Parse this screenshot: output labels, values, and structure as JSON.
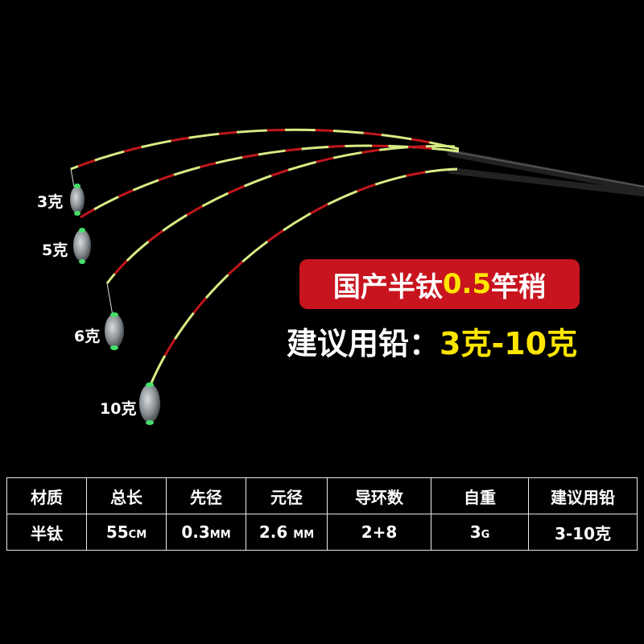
{
  "colors": {
    "background": "#000000",
    "banner_bg": "#c8141e",
    "highlight": "#ffe600",
    "tip_green": "#d7ec85",
    "tip_red": "#c0161c",
    "weight_gray": "#9aa0a4",
    "weight_cap": "#44e06a"
  },
  "icons": [
    "fishing-rod-tip",
    "lead-sinker"
  ],
  "weights": [
    {
      "label": "3克"
    },
    {
      "label": "5克"
    },
    {
      "label": "6克"
    },
    {
      "label": "10克"
    }
  ],
  "banner": {
    "prefix": "国产半钛",
    "highlight": "0.5",
    "suffix": "竿稍"
  },
  "lead": {
    "prefix": "建议用铅：",
    "highlight": "3克-10克"
  },
  "table": {
    "headers": [
      "材质",
      "总长",
      "先径",
      "元径",
      "导环数",
      "自重",
      "建议用铅"
    ],
    "row": [
      {
        "value": "半钛",
        "unit": ""
      },
      {
        "value": "55",
        "unit": "CM"
      },
      {
        "value": "0.3",
        "unit": "MM"
      },
      {
        "value": "2.6 ",
        "unit": "MM"
      },
      {
        "value": "2+8",
        "unit": ""
      },
      {
        "value": "3",
        "unit": "G"
      },
      {
        "value": "3-10克",
        "unit": ""
      }
    ]
  }
}
